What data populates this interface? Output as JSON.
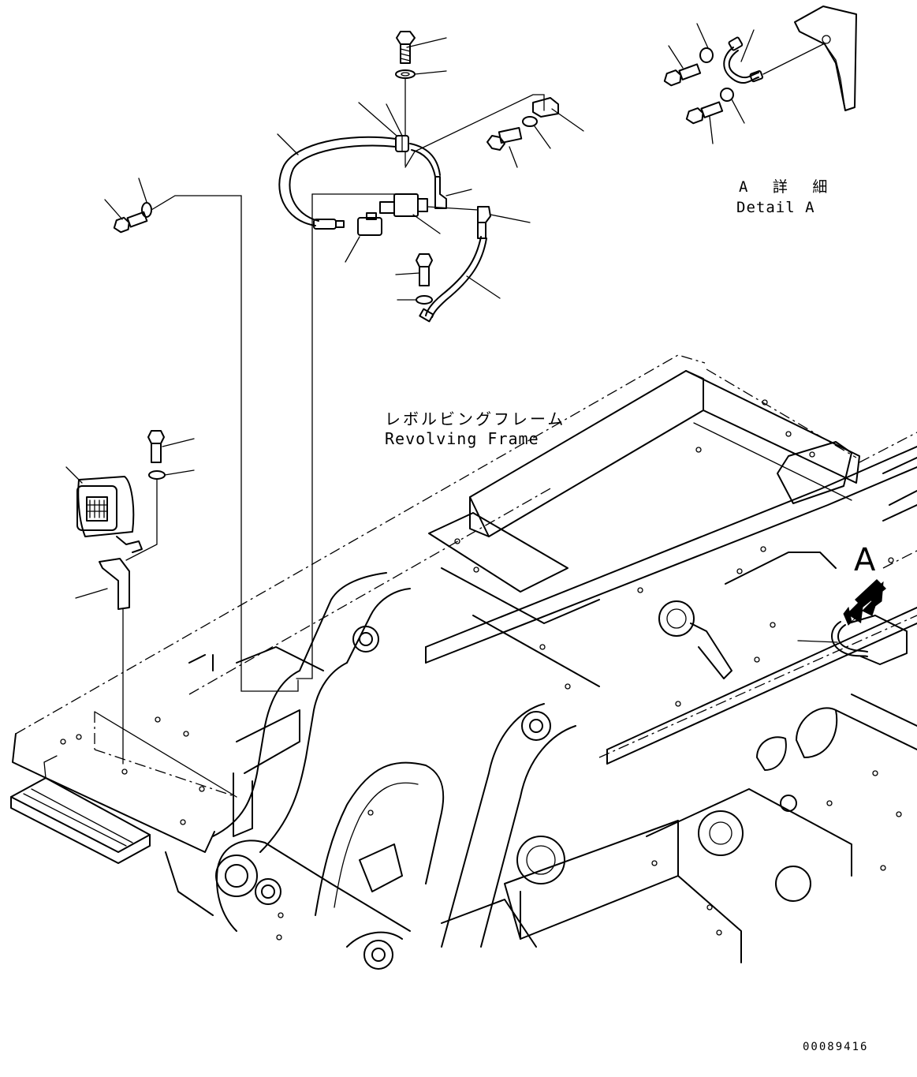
{
  "labels": {
    "revolving_frame_jp": "レボルビングフレーム",
    "revolving_frame_en": "Revolving Frame",
    "detail_a_jp": "A 詳 細",
    "detail_a_en": "Detail A",
    "detail_marker": "A",
    "drawing_number": "00089416"
  }
}
